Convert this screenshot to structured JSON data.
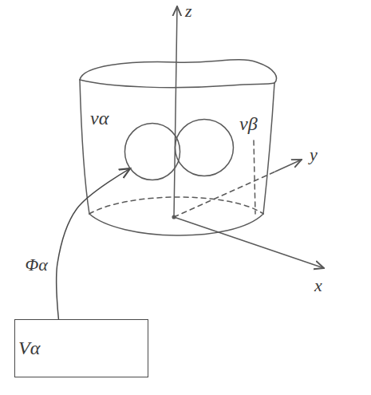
{
  "diagram": {
    "nodes": [
      {
        "text": [
          "να"
        ]
      },
      {
        "text": [
          "νβ"
        ]
      },
      {
        "text": [
          "Vα"
        ]
      }
    ],
    "edges": [
      {
        "from": 2,
        "to": 0,
        "arrow": "to",
        "label": "Φα"
      }
    ],
    "labels": [
      "z",
      "y",
      "x"
    ]
  }
}
